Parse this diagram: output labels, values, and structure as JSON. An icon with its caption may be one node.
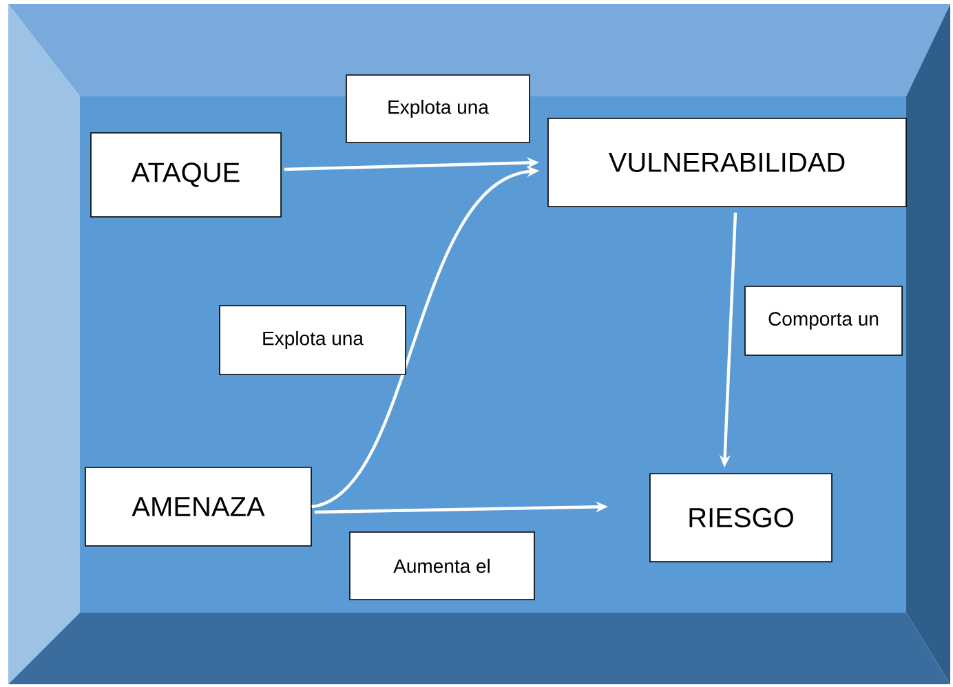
{
  "diagram": {
    "nodes": [
      {
        "text": [
          "ATAQUE"
        ]
      },
      {
        "text": [
          "VULNERABILIDAD"
        ]
      },
      {
        "text": [
          "AMENAZA"
        ]
      },
      {
        "text": [
          "RIESGO"
        ]
      }
    ],
    "edges": [
      {
        "from": 0,
        "to": 1,
        "arrow": "to",
        "label": "Explota una"
      },
      {
        "from": 2,
        "to": 1,
        "arrow": "to",
        "label": "Explota una"
      },
      {
        "from": 1,
        "to": 3,
        "arrow": "to",
        "label": "Comporta un"
      },
      {
        "from": 2,
        "to": 3,
        "arrow": "to",
        "label": "Aumenta el"
      }
    ]
  }
}
